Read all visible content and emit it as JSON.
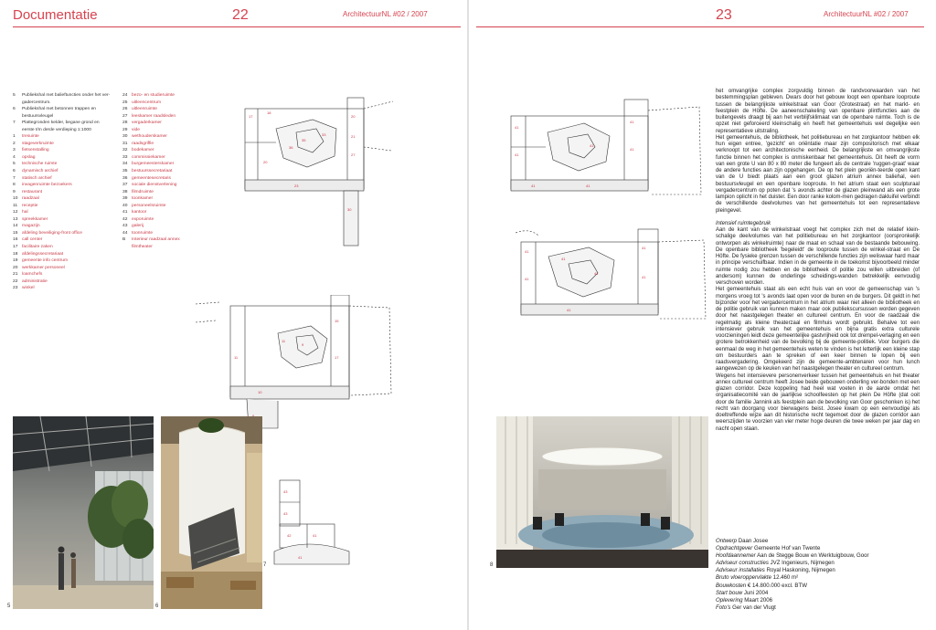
{
  "header": {
    "section": "Documentatie",
    "left_page_number": "22",
    "left_magazine": "ArchitectuurNL #02 / 2007",
    "right_page_number": "23",
    "right_magazine": "ArchitectuurNL #02 / 2007"
  },
  "legend_intro": [
    {
      "num": "5",
      "text": "Publiekshal met balieftuncties onder het ver-"
    },
    {
      "num": "",
      "text": "gadercentrum."
    },
    {
      "num": "6",
      "text": "Publiekshal met betonnen trappen en"
    },
    {
      "num": "",
      "text": "bestuursvleugel"
    },
    {
      "num": "7",
      "text": "Plattegronden kelder, begane grond en"
    },
    {
      "num": "",
      "text": "eerste t/m derde verdieping 1:1000"
    }
  ],
  "legend_col1": [
    {
      "num": "1",
      "text": "tresuinte"
    },
    {
      "num": "2",
      "text": "stageverkruimte"
    },
    {
      "num": "3",
      "text": "fietsenstalling"
    },
    {
      "num": "4",
      "text": "opslag"
    },
    {
      "num": "5",
      "text": "technische ruimte"
    },
    {
      "num": "6",
      "text": "dynamisch archief"
    },
    {
      "num": "7",
      "text": "statisch archief"
    },
    {
      "num": "8",
      "text": "invagenruimte bezoekers"
    },
    {
      "num": "9",
      "text": "restaurant"
    },
    {
      "num": "10",
      "text": "raadzaal"
    },
    {
      "num": "11",
      "text": "receptie"
    },
    {
      "num": "12",
      "text": "hal"
    },
    {
      "num": "13",
      "text": "spreekkamer"
    },
    {
      "num": "14",
      "text": "magazijn"
    },
    {
      "num": "15",
      "text": "afdeling beveiliging-front office"
    },
    {
      "num": "16",
      "text": "call center"
    },
    {
      "num": "17",
      "text": "facilitaire zaken"
    },
    {
      "num": "18",
      "text": "afdelingssecretariaat"
    },
    {
      "num": "19",
      "text": "gemeente info centrum"
    },
    {
      "num": "20",
      "text": "werkkamer personeel"
    },
    {
      "num": "21",
      "text": "loamchefs"
    },
    {
      "num": "22",
      "text": "administratie"
    },
    {
      "num": "23",
      "text": "winkel"
    }
  ],
  "legend_col2": [
    {
      "num": "24",
      "text": "bezo- en studieruimte"
    },
    {
      "num": "25",
      "text": "uitleencentrum"
    },
    {
      "num": "26",
      "text": "uitleenruimte"
    },
    {
      "num": "27",
      "text": "leeskamer raadsleden"
    },
    {
      "num": "28",
      "text": "vergaderkamer"
    },
    {
      "num": "29",
      "text": "vide"
    },
    {
      "num": "30",
      "text": "wethouderskamer"
    },
    {
      "num": "31",
      "text": "raadsgriffie"
    },
    {
      "num": "32",
      "text": "bodekamer"
    },
    {
      "num": "33",
      "text": "commissiekamer"
    },
    {
      "num": "34",
      "text": "burgemeesterskamer"
    },
    {
      "num": "35",
      "text": "bestuurssecretariaat"
    },
    {
      "num": "36",
      "text": "gemeentesecretaris"
    },
    {
      "num": "37",
      "text": "sociale dienstverlening"
    },
    {
      "num": "38",
      "text": "filmdruimte"
    },
    {
      "num": "39",
      "text": "toonkamer"
    },
    {
      "num": "40",
      "text": "personeelsruimte"
    },
    {
      "num": "41",
      "text": "kantoor"
    },
    {
      "num": "42",
      "text": "exporuimte"
    },
    {
      "num": "43",
      "text": "galerij"
    },
    {
      "num": "44",
      "text": "toonruimte"
    },
    {
      "num": "B",
      "text": "Interieur raadzaal annex"
    },
    {
      "num": "",
      "text": "filmtheater"
    }
  ],
  "figure_numbers": {
    "photo_left": "5",
    "photo_middle": "6",
    "plans": "7",
    "photo_right": "8"
  },
  "body_text": {
    "p1": "het omvangrijke complex zorgvuldig binnen de randvoorwaarden van het bestemmingsplan gebleven. Dwars door het gebouw loopt een openbare looproute tussen de belangrijkste winkelstraat van Goor (Grotestraat) en het markt- en feestplein de Höfte. De aaneenschakeling van openbare plintfuncties aan de buitengevels draagt bij aan het verblijfsklimaat van de openbare ruimte. Toch is de opzet niet geforceerd kleinschalig en heeft het gemeentehuis wel degelijke een representatieve uitstraling.",
    "p2": "Het gemeentehuis, de bibliotheek, het politiebureau en het zorgkantoor hebben elk hun eigen entree, 'gezicht' en oriëntatie maar zijn compositorisch met elkaar verknoopt tot een architectonische eenheid. De belangrijkste en omvangrijkste functie binnen het complex is onmiskenbaar het gemeentehuis. Dit heeft de vorm van een grote U van 80 x 80 meter die fungeert als de centrale 'ruggen-graat' waar de andere functies aan zijn opgehangen. De op het plein georiën-teerde open kant van de U biedt plaats aan een groot glazen atrium annex baliehal, een bestuursvleugel en een openbare looproute. In het atrium staat een sculpturaal vergadercentrum op poten dat 's avonds achter de glazen pleinwand als een grote lampion oplicht in het duister. Een door ranke kolom-men gedragen dakluifel verbindt de verschillende deelvolumes van het gemeentehuis tot een representatieve pleingevel.",
    "subhead": "Intensief ruimtegebruik",
    "p3": "Aan de kant van de winkelstraat voegt het complex zich met de relatief klein-schalige deelvolumes van het politiebureau en het zorgkantoor (oorspronkelijk ontworpen als winkelruimte) naar de maat en schaal van de bestaande bebouwing. De openbare bibliotheek 'begeleidt' de looproute tussen de winkel-straat en De Höfte. De fysieke grenzen tussen de verschillende functies zijn weliswaar hard maar in principe verschuifbaar. Indien in de gemeente in de toekomst bijvoorbeeld minder ruimte nodig zou hebben en de bibliotheek of politie zou willen uitbreiden (of andersom) kunnen de onderlinge scheidings-wanden betrekkelijk eenvoudig verschoven worden.",
    "p4": "Het gemeentehuis staat als een echt huis van en voor de gemeenschap van 's morgens vroeg tot 's avonds laat open voor de buren en de burgers. Dit geldt in het bijzonder voor het vergadercentrum in het atrium waar niet alleen de bibliotheek en de politie gebruik van kunnen maken maar ook publiekscursussen worden gegeven door het naastgelegen theater en cultureel centrum. En voor de raadzaal die regelmatig als kleine theaterzaal en filmhuis wordt gebruikt. Behalve tot een intensiever gebruik van het gemeentehuis en bijna gratis extra culturele voorzieningen leidt deze gemeentelijke gastvrijheid ook tot drempel-verlaging en een grotere betrokkenheid van de bevolking bij de gemeente-politiek. Voor burgers die eenmaal de weg in het gemeentehuis weten te vinden is het letterlijk een kleine stap om bestuurders aan te spreken of een keer binnen te lopen bij een raadsvergadering. Omgekeerd zijn de gemeente-ambtenaren voor hun lunch aangewezen op de keuken van het naastgelegen theater en cultureel centrum.",
    "p5": "Wegens het intensievere personenverkeer tussen het gemeentehuis en het theater annex cultureel centrum heeft Josee beide gebouwen onderling ver-bonden met een glazen corridor. Deze koppeling had heel wat voeten in de aarde omdat het organisatiecomité van de jaarlijkse schoolfeesten op het plein De Höfte (dat ooit door de familie Jannink als feestplein aan de bevolking van Goor geschonken is) het recht van doorgang voor bierwagens beist. Josee kwam op een eenvoudige als doeltreffende wijze aan dit historische recht tegemoet door de glazen corridor aan weerszijden te voorzien van vier meter hoge deuren die twee weken per jaar dag en nacht open staan."
  },
  "credits": [
    {
      "label": "Ontwerp",
      "value": "Daan Josee"
    },
    {
      "label": "Opdrachtgever",
      "value": "Gemeente Hof van Twente"
    },
    {
      "label": "Hoofdaannemer",
      "value": "Aan de Stegge Bouw en Werktuigbouw, Goor"
    },
    {
      "label": "Adviseur constructies",
      "value": "JVZ Ingenieurs, Nijmegen"
    },
    {
      "label": "Adviseur installaties",
      "value": "Royal Haskoning, Nijmegen"
    },
    {
      "label": "Bruto vloeroppervlakte",
      "value": "12.460 m²"
    },
    {
      "label": "Bouwkosten",
      "value": "€ 14.800.000 excl. BTW"
    },
    {
      "label": "Start bouw",
      "value": "Juni 2004"
    },
    {
      "label": "Oplevering",
      "value": "Maart 2006"
    },
    {
      "label": "Foto's",
      "value": "Ger van der Vlugt"
    }
  ],
  "colors": {
    "accent": "#d6434f",
    "legend_red": "#c83a46",
    "plan_red": "#c93545"
  }
}
